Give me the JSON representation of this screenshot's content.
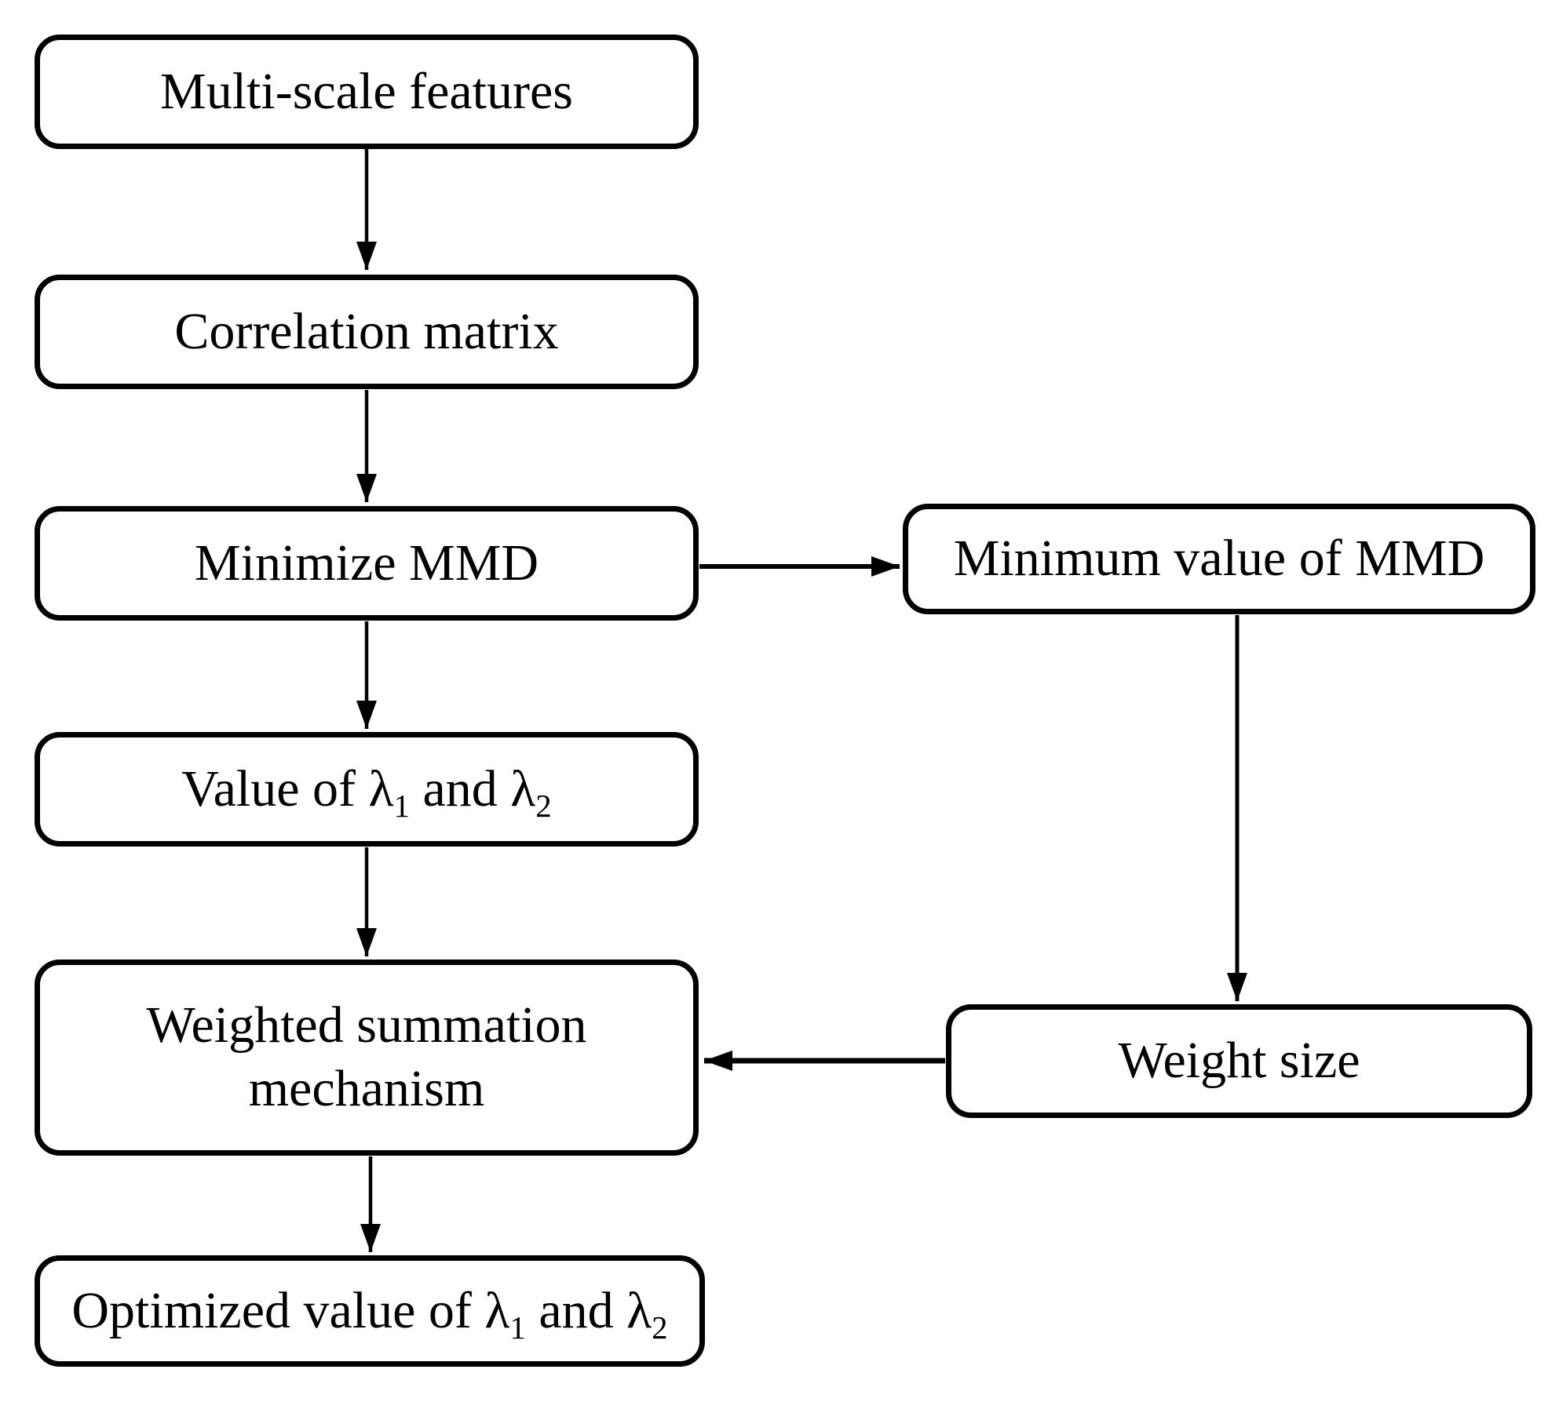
{
  "diagram": {
    "background_color": "#ffffff",
    "stroke_color": "#000000",
    "nodes": {
      "multiscale": {
        "label": "Multi-scale features"
      },
      "correlation": {
        "label": "Correlation matrix"
      },
      "minimize": {
        "label": "Minimize MMD"
      },
      "min_value": {
        "label": "Minimum value of MMD"
      },
      "value_lambda": {
        "prefix": "Value of λ",
        "sub1": "1",
        "mid": " and λ",
        "sub2": "2"
      },
      "weighted": {
        "line1": "Weighted summation",
        "line2": "mechanism"
      },
      "weight_size": {
        "label": "Weight size"
      },
      "optimized": {
        "prefix": "Optimized value of λ",
        "sub1": "1",
        "mid": " and λ",
        "sub2": "2"
      }
    },
    "edges": [
      {
        "from": "multiscale",
        "to": "correlation"
      },
      {
        "from": "correlation",
        "to": "minimize"
      },
      {
        "from": "minimize",
        "to": "min_value"
      },
      {
        "from": "minimize",
        "to": "value_lambda"
      },
      {
        "from": "min_value",
        "to": "weight_size"
      },
      {
        "from": "value_lambda",
        "to": "weighted"
      },
      {
        "from": "weight_size",
        "to": "weighted"
      },
      {
        "from": "weighted",
        "to": "optimized"
      }
    ]
  }
}
